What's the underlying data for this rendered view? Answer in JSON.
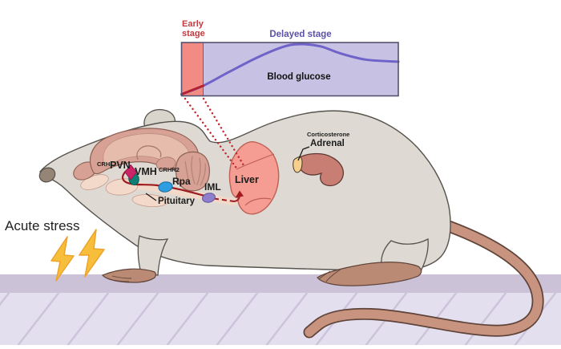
{
  "inset_chart": {
    "early_stage_label": "Early\nstage",
    "delayed_stage_label": "Delayed stage",
    "curve_label": "Blood glucose"
  },
  "brain_labels": {
    "crh": "CRH",
    "pvn": "PVN",
    "vmh": "VMH",
    "crhr2": "CRHR2",
    "rpa": "Rpa",
    "iml": "IML",
    "pituitary": "Pituitary"
  },
  "organ_labels": {
    "liver": "Liver",
    "adrenal": "Adrenal",
    "corticosterone": "Corticosterone"
  },
  "stimulus_label": "Acute stress",
  "colors": {
    "early_stage_red": "#c23a3f",
    "delayed_stage_purple": "#5b51a8",
    "glucose_curve": "#6f62c8",
    "glucose_curve_early": "#b51f2e",
    "callout_dot_red": "#c2282d",
    "pathway_red": "#9e1b20",
    "pvn_marker": "#cb2468",
    "vmh_marker": "#0e7f74",
    "rpa_marker": "#2d9fe0",
    "iml_marker": "#8f80ce",
    "lightning_yellow": "#f6be3a",
    "adrenal_yellow": "#f6d08a",
    "liver_pink": "#f59d92",
    "kidney_red": "#c97e74",
    "brain_pink": "#d7a295",
    "body_gray": "#dedad3",
    "floor_lavender": "#e3dfee"
  },
  "chart_data": {
    "type": "line",
    "title": "",
    "xlabel": "",
    "ylabel": "",
    "legend": false,
    "phases": [
      {
        "label": "Early stage",
        "x_frac_span": [
          0,
          0.1
        ],
        "fill": "#f28b84"
      },
      {
        "label": "Delayed stage",
        "x_frac_span": [
          0.1,
          1.0
        ],
        "fill": "#c7c2e3"
      }
    ],
    "series": [
      {
        "name": "Blood glucose",
        "x_frac": [
          0,
          0.1,
          0.22,
          0.35,
          0.47,
          0.55,
          0.64,
          0.73,
          0.85,
          1.0
        ],
        "y_frac": [
          0.03,
          0.19,
          0.45,
          0.72,
          0.92,
          0.97,
          0.93,
          0.8,
          0.68,
          0.64
        ]
      }
    ]
  }
}
